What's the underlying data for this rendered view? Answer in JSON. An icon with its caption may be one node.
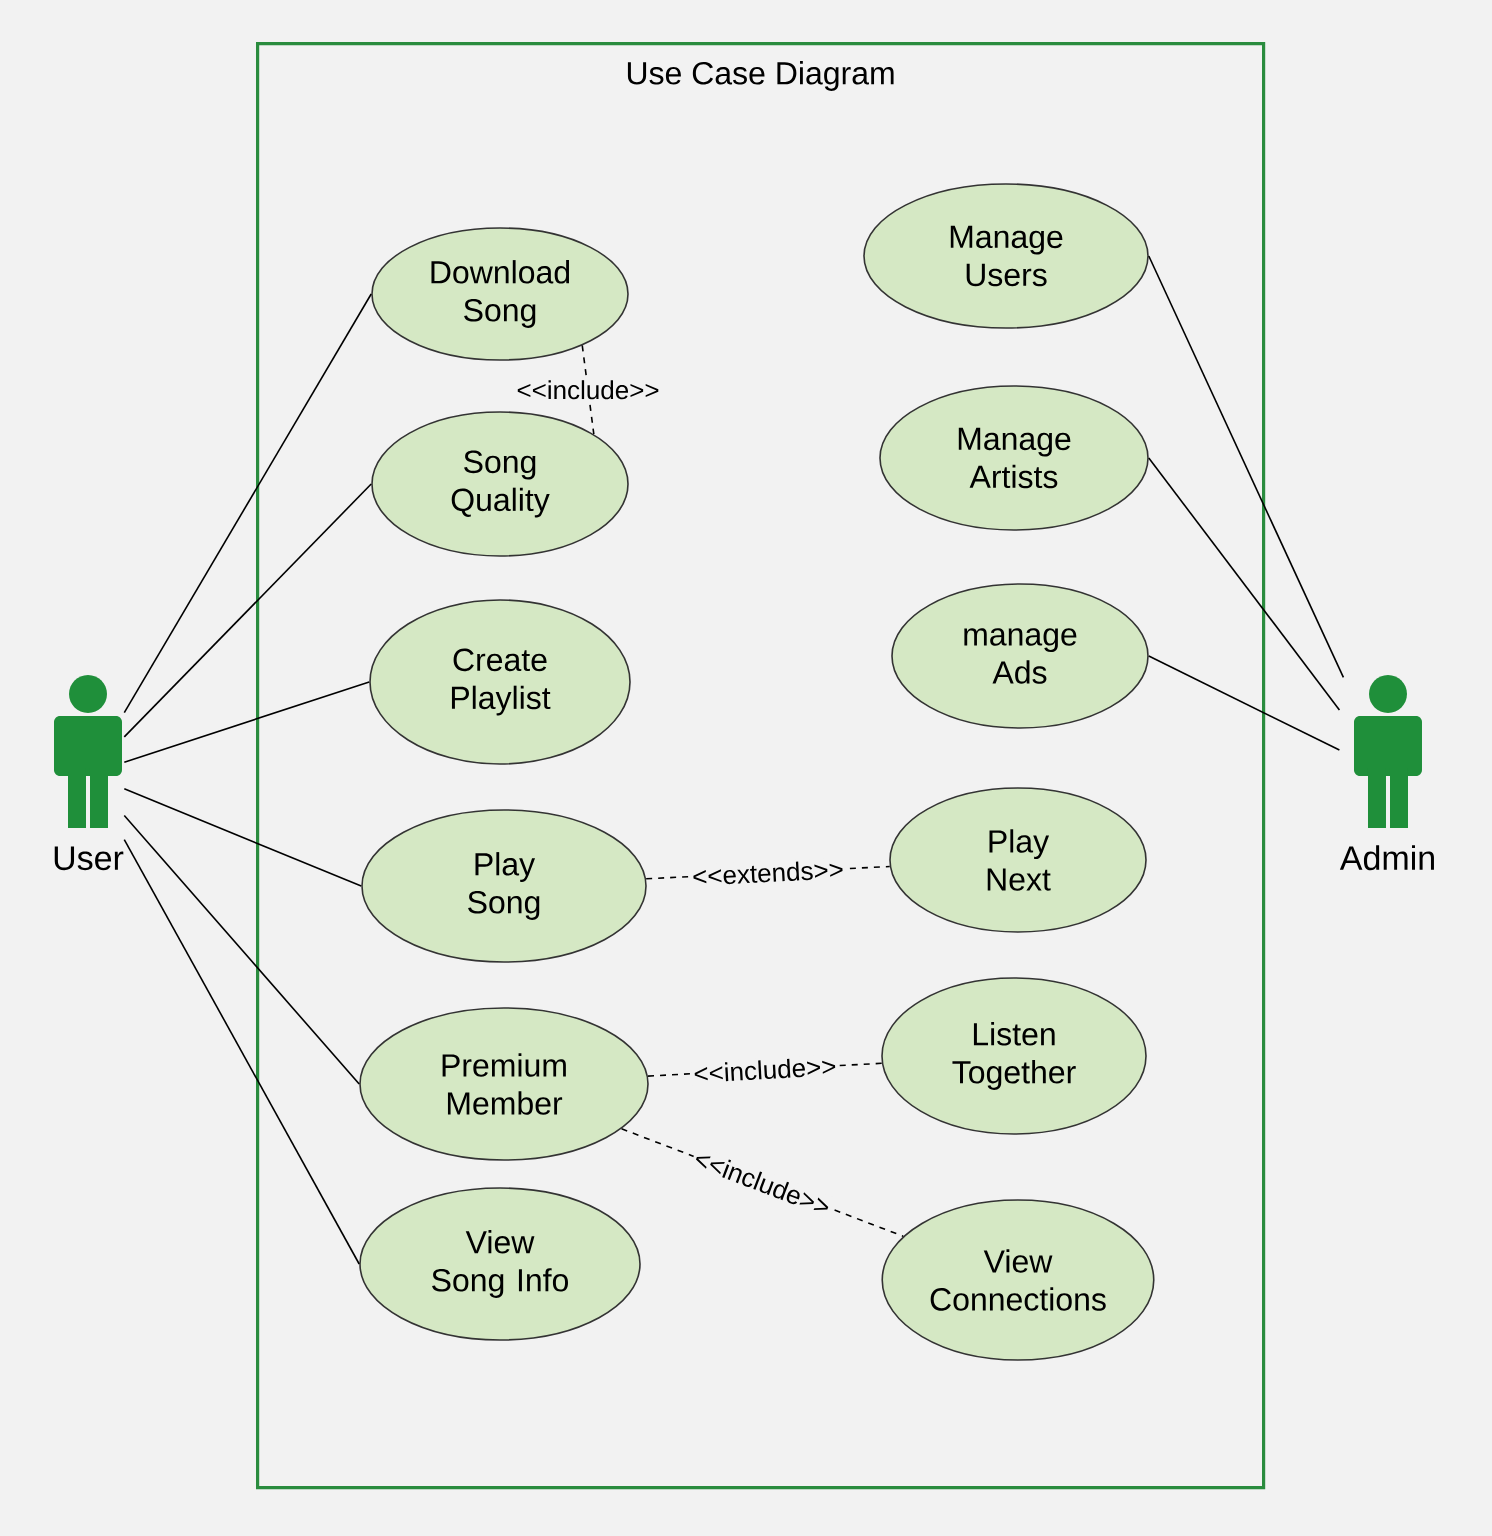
{
  "diagram": {
    "nodes": [
      {
        "text": [
          "Use Case Diagram"
        ]
      },
      {
        "text": [
          "Download Song"
        ],
        "in": 0
      },
      {
        "text": [
          "Song Quality"
        ],
        "in": 0
      },
      {
        "text": [
          "Create Playlist"
        ],
        "in": 0
      },
      {
        "text": [
          "Play Song"
        ],
        "in": 0
      },
      {
        "text": [
          "Premium Member"
        ],
        "in": 0
      },
      {
        "text": [
          "View Song Info"
        ],
        "in": 0
      },
      {
        "text": [
          "Manage Users"
        ],
        "in": 0
      },
      {
        "text": [
          "Manage Artists"
        ],
        "in": 0
      },
      {
        "text": [
          "manage Ads"
        ],
        "in": 0
      },
      {
        "text": [
          "Play Next"
        ],
        "in": 0
      },
      {
        "text": [
          "Listen Together"
        ],
        "in": 0
      },
      {
        "text": [
          "View Connections"
        ],
        "in": 0
      },
      {
        "text": [
          "User"
        ]
      },
      {
        "text": [
          "Admin"
        ]
      }
    ],
    "edges": [
      {
        "from": 13,
        "to": 1,
        "arrow": "none"
      },
      {
        "from": 13,
        "to": 2,
        "arrow": "none"
      },
      {
        "from": 13,
        "to": 3,
        "arrow": "none"
      },
      {
        "from": 13,
        "to": 4,
        "arrow": "none"
      },
      {
        "from": 13,
        "to": 5,
        "arrow": "none"
      },
      {
        "from": 13,
        "to": 6,
        "arrow": "none"
      },
      {
        "from": 14,
        "to": 7,
        "arrow": "none"
      },
      {
        "from": 14,
        "to": 8,
        "arrow": "none"
      },
      {
        "from": 14,
        "to": 9,
        "arrow": "none"
      },
      {
        "from": 1,
        "to": 2,
        "arrow": "none",
        "label": "<<include>>",
        "style": "dashed"
      },
      {
        "from": 4,
        "to": 10,
        "arrow": "none",
        "label": "<<extends>>",
        "style": "dashed"
      },
      {
        "from": 5,
        "to": 11,
        "arrow": "none",
        "label": "<<include>>",
        "style": "dashed"
      },
      {
        "from": 5,
        "to": 12,
        "arrow": "none",
        "label": "<<include>>",
        "style": "dashed"
      }
    ]
  }
}
